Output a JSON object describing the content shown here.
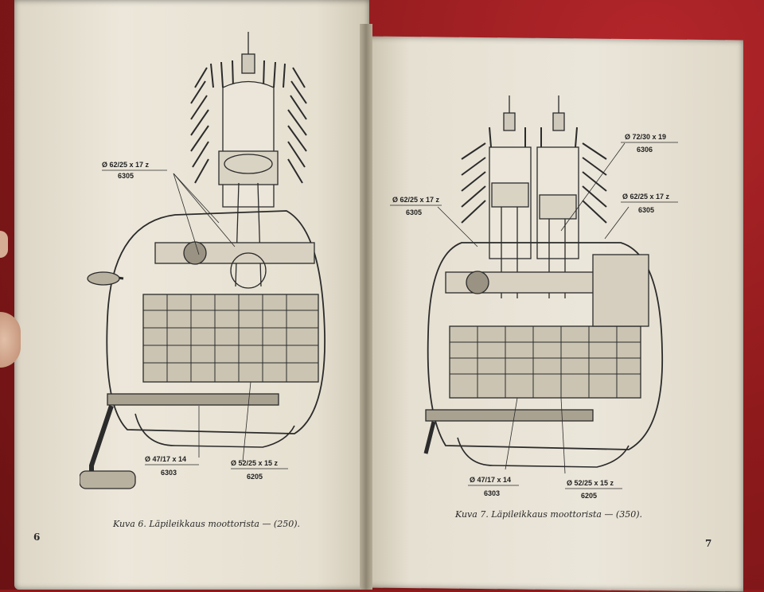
{
  "left_page": {
    "page_number": "6",
    "caption": "Kuva 6. Läpileikkaus moottorista — (250).",
    "labels": [
      {
        "size": "Ø 62/25 x 17 z",
        "code": "6305"
      },
      {
        "size": "Ø 47/17 x 14",
        "code": "6303"
      },
      {
        "size": "Ø 52/25 x 15 z",
        "code": "6205"
      }
    ]
  },
  "right_page": {
    "page_number": "7",
    "caption": "Kuva 7. Läpileikkaus moottorista — (350).",
    "labels": [
      {
        "size": "Ø 72/30 x 19",
        "code": "6306"
      },
      {
        "size": "Ø 62/25 x 17 z",
        "code": "6305"
      },
      {
        "size": "Ø 62/25 x 17 z",
        "code": "6305"
      },
      {
        "size": "Ø 47/17 x 14",
        "code": "6303"
      },
      {
        "size": "Ø 52/25 x 15 z",
        "code": "6205"
      }
    ]
  }
}
